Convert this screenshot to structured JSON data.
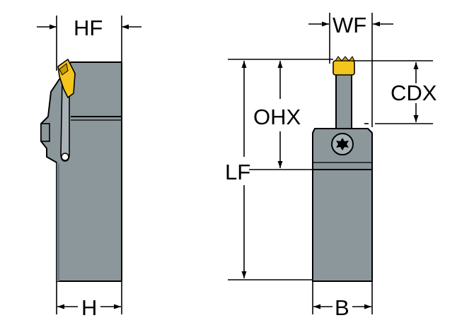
{
  "labels": {
    "hf": "HF",
    "h": "H",
    "wf": "WF",
    "cdx": "CDX",
    "ohx": "OHX",
    "lf": "LF",
    "b": "B"
  },
  "colors": {
    "body": "#8c979b",
    "body_light": "#a8b2b6",
    "line": "#000000",
    "insert": "#f4c51c",
    "insert_dark": "#c89b00"
  },
  "icons": {
    "screw": "torx-screw-icon"
  }
}
